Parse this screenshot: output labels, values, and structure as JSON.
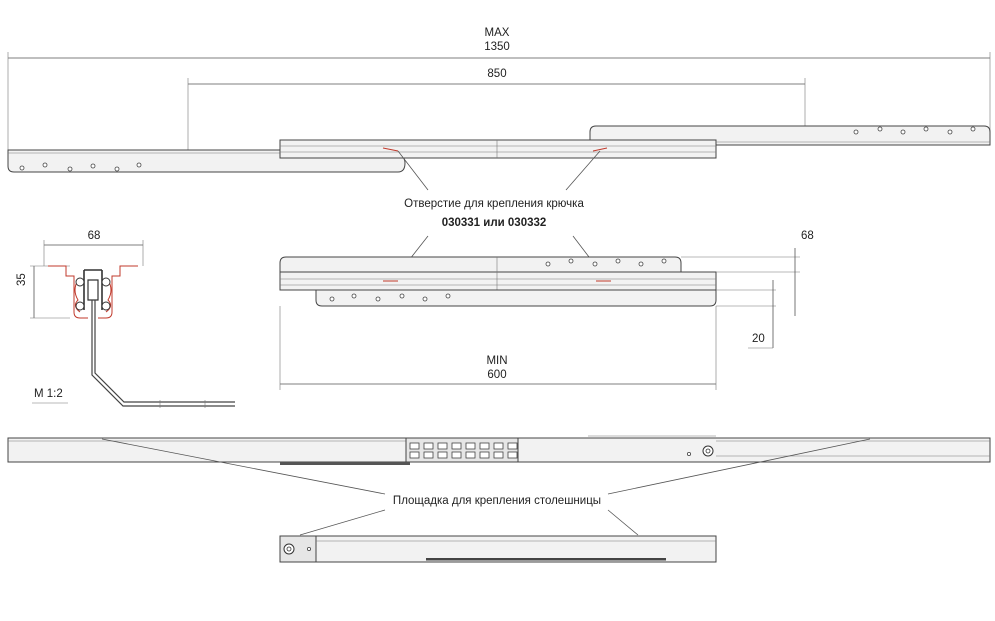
{
  "dimensions": {
    "max_label": "MAX",
    "max_value": "1350",
    "extension": "850",
    "min_label": "MIN",
    "min_value": "600",
    "section_width": "68",
    "section_height": "35",
    "side_offset": "68",
    "vertical_offset": "20"
  },
  "labels": {
    "hook_hole_line1": "Отверстие  для крепления крючка",
    "hook_hole_line2": "030331 или 030332",
    "scale": "M 1:2",
    "mount_platform": "Площадка для крепления столешницы"
  },
  "colors": {
    "line": "#555555",
    "part_fill": "#f2f2f2",
    "accent_red": "#c0392b"
  }
}
